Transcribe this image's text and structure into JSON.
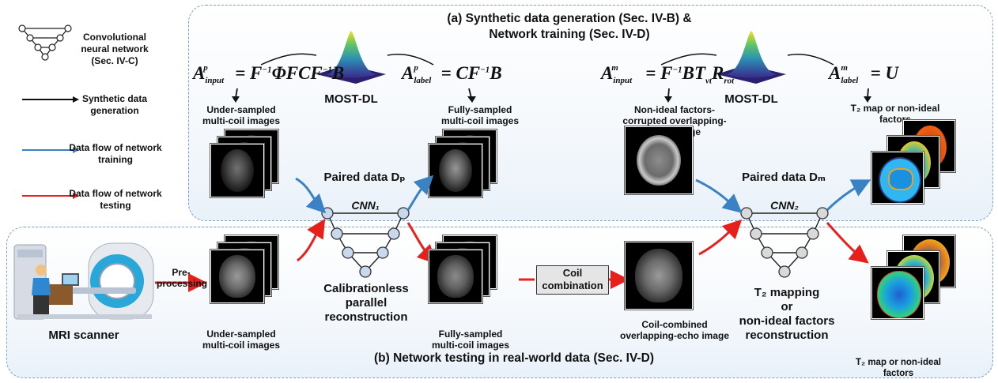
{
  "legend": {
    "cnn_label": "Convolutional neural network (Sec. IV-C)",
    "synthetic_label": "Synthetic data generation",
    "training_label": "Data flow of network training",
    "testing_label": "Data flow of network testing"
  },
  "panel_a": {
    "title_line1": "(a) Synthetic data generation (Sec. IV-B) &",
    "title_line2": "Network training (Sec. IV-D)",
    "most_dl_1": "MOST-DL",
    "most_dl_2": "MOST-DL",
    "formula_input_p": "A^p_input = F⁻¹ΦFCF⁻¹B",
    "formula_label_p": "A^p_label = CF⁻¹B",
    "formula_input_m": "A^m_input = F⁻¹BT_vt R_rot",
    "formula_label_m": "A^m_label = U",
    "under_sampled_label": "Under-sampled multi-coil images",
    "fully_sampled_label": "Fully-sampled multi-coil images",
    "corrupted_label": "Non-ideal factors-corrupted overlapping-echo image",
    "t2map_label": "T₂ map or  non-ideal factors",
    "paired_dp": "Paired data Dₚ",
    "paired_dm": "Paired data Dₘ"
  },
  "networks": {
    "cnn1": "CNN₁",
    "cnn2": "CNN₂",
    "cnn1_task": "Calibrationless parallel reconstruction",
    "cnn2_task_line1": "T₂ mapping",
    "cnn2_task_line2": "or",
    "cnn2_task_line3": "non-ideal factors",
    "cnn2_task_line4": "reconstruction"
  },
  "panel_b": {
    "title": "(b) Network testing in real-world data (Sec. IV-D)",
    "mri_scanner": "MRI scanner",
    "preprocessing": "Pre-processing",
    "under_sampled_label": "Under-sampled multi-coil images",
    "fully_sampled_label": "Fully-sampled multi-coil images",
    "coil_combination": "Coil combination",
    "coil_combined_label": "Coil-combined overlapping-echo image",
    "t2map_label": "T₂ map or  non-ideal factors"
  },
  "colors": {
    "training": "#3b82c4",
    "testing": "#e8201b",
    "synthetic": "#111111",
    "node_fill": "#c8d9ee",
    "panel_border": "#7ba0c8"
  }
}
